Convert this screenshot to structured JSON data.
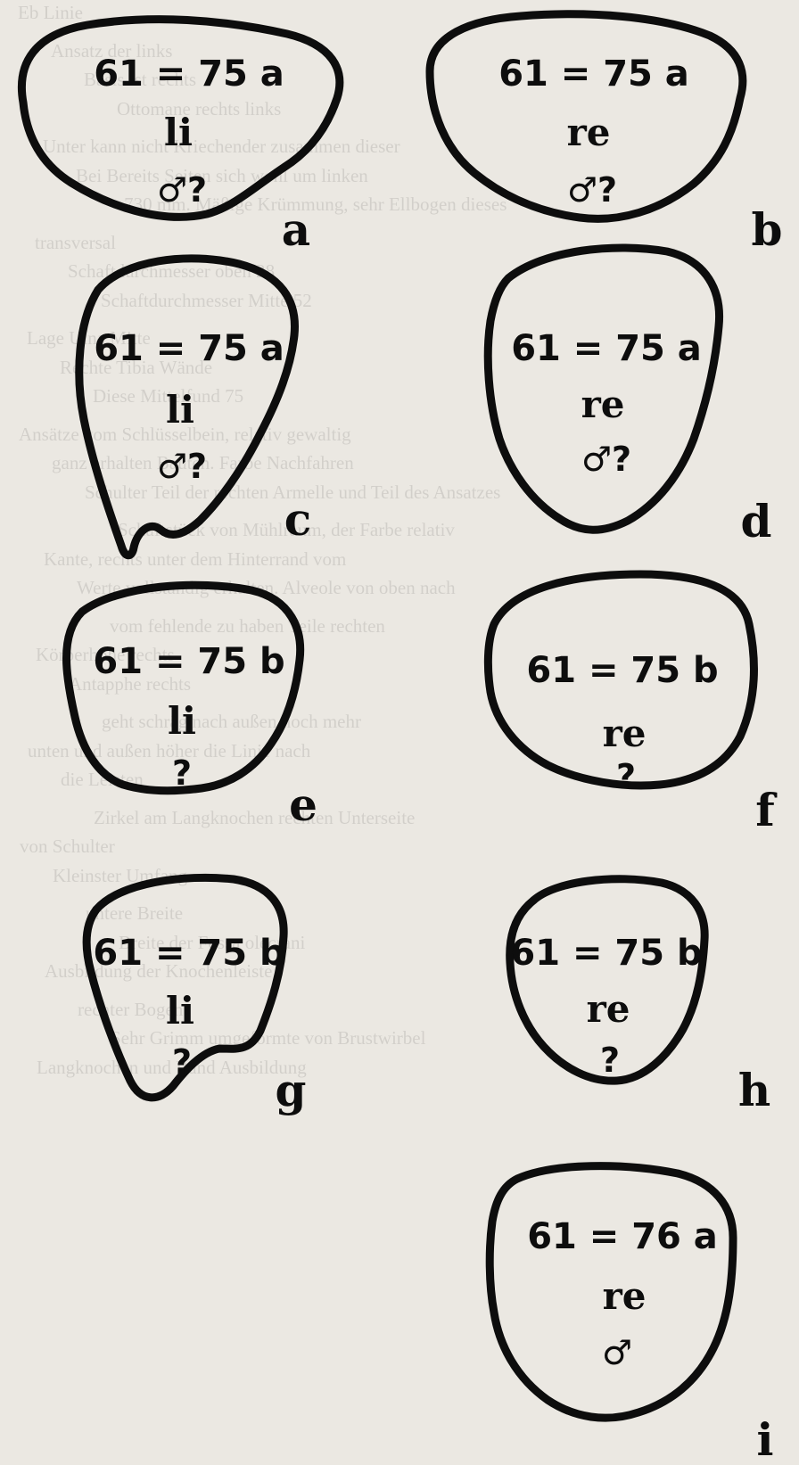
{
  "background_text": [
    "Eb Linie",
    "Ansatz der links",
    "Basis ist rechts",
    "Ottomane rechts links",
    "Unter kann nicht Kriechender zusammen dieser",
    "Bei Bereits Seiten sich wohl um linken",
    "= 730 mm. Mäßige Krümmung, sehr Ellbogen dieses",
    "transversal",
    "Schaftdurchmesser oben 28",
    "Schaftdurchmesser Mitte 52",
    "Lage Ulna Mitte",
    "Rechte Tibia Wände",
    "Diese Mittelfund 75",
    "Ansätze vom Schlüsselbein, relativ gewaltig",
    "ganz erhalten Bauten. Farbe Nachfahren",
    "Schulter Teil der rechten Armelle und Teil des Ansatzes",
    "Schaftstück von Mühlraum, der Farbe relativ",
    "Kante, rechts unter dem Hinterrand vom",
    "Werte vollständig erhalten. Alveole von oben nach",
    "vom fehlende zu haben Teile rechten",
    "Körperhöhe rechts",
    "Antapphe rechts",
    "geht schräg nach außen noch mehr",
    "unten und außen höher die Linie nach",
    "die Leisten",
    "Zirkel am Langknochen rechten Unterseite",
    "von Schulter",
    "Kleinster Umfang",
    "untere Breite",
    "Breite der Fossa olecrani",
    "Ausbildung der Knochenleiste",
    "rechter Bogen",
    "Sehr Grimm umgeformte von Brustwirbel",
    "Langknochen und Rand Ausbildung"
  ],
  "figure": {
    "panels": [
      {
        "letter": "a",
        "code": "61 = 75 a",
        "side": "li",
        "sex": "♂?"
      },
      {
        "letter": "b",
        "code": "61 = 75 a",
        "side": "re",
        "sex": "♂?"
      },
      {
        "letter": "c",
        "code": "61 = 75 a",
        "side": "li",
        "sex": "♂?"
      },
      {
        "letter": "d",
        "code": "61 = 75 a",
        "side": "re",
        "sex": "♂?"
      },
      {
        "letter": "e",
        "code": "61 = 75 b",
        "side": "li",
        "sex": "?"
      },
      {
        "letter": "f",
        "code": "61 = 75 b",
        "side": "re",
        "sex": "?"
      },
      {
        "letter": "g",
        "code": "61 = 75 b",
        "side": "li",
        "sex": "?"
      },
      {
        "letter": "h",
        "code": "61 = 75 b",
        "side": "re",
        "sex": "?"
      },
      {
        "letter": "i",
        "code": "61 = 76 a",
        "side": "re",
        "sex": "♂"
      }
    ]
  }
}
